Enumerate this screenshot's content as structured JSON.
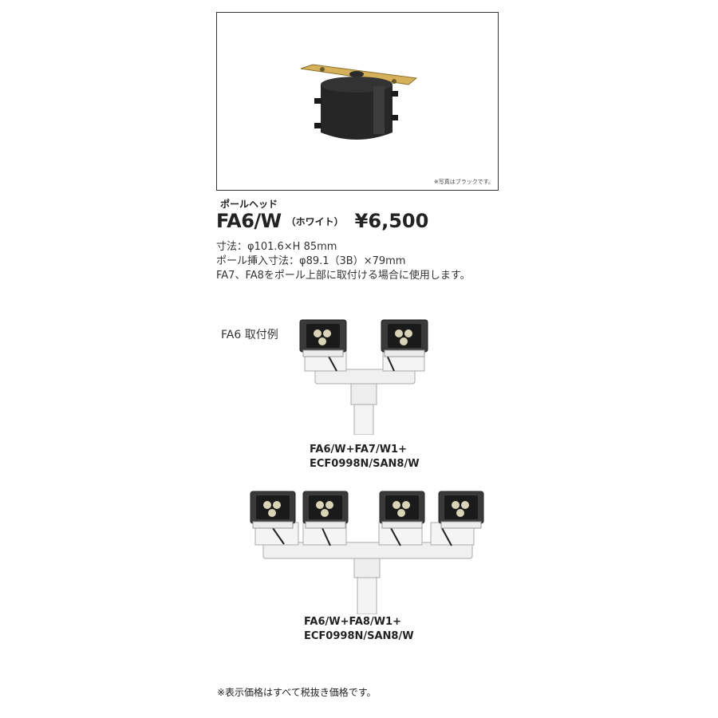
{
  "photo": {
    "note": "※写真はブラックです。",
    "icon": "pole-head-photo"
  },
  "product": {
    "category": "ポールヘッド",
    "model": "FA6/W",
    "color": "（ホワイト）",
    "price": "¥6,500",
    "dimensions": "寸法：φ101.6×H 85mm",
    "pole_insert": "ポール挿入寸法：φ89.1（3B）×79mm",
    "usage": "FA7、FA8をポール上部に取付ける場合に使用します。"
  },
  "examples": {
    "label": "FA6 取付例",
    "example1": {
      "line1": "FA6/W+FA7/W1+",
      "line2": "ECF0998N/SAN8/W"
    },
    "example2": {
      "line1": "FA6/W+FA8/W1+",
      "line2": "ECF0998N/SAN8/W"
    }
  },
  "footnote": "※表示価格はすべて税抜き価格です。",
  "colors": {
    "fixture_body": "#3a3a3a",
    "pole": "#f2f3f2",
    "brass_plate": "#c9a545"
  }
}
